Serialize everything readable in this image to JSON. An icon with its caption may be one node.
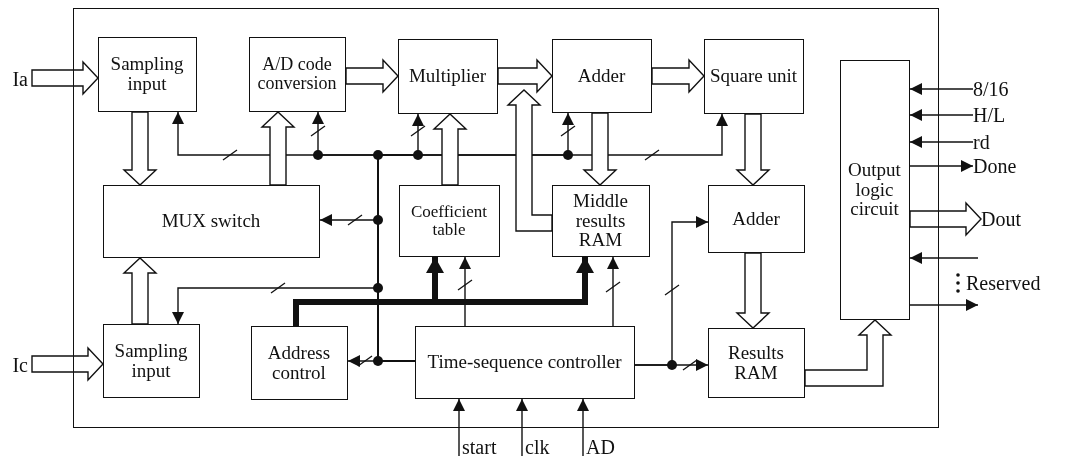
{
  "diagram": {
    "nodes": [
      {
        "text": [
          "Ia"
        ]
      },
      {
        "text": [],
        "shape": "box"
      },
      {
        "text": [
          "Sampling input"
        ],
        "in": 1
      },
      {
        "text": [
          "A/D code conversion"
        ],
        "in": 1
      },
      {
        "text": [
          "Multiplier"
        ],
        "in": 1
      },
      {
        "text": [
          "Adder"
        ],
        "in": 1
      },
      {
        "text": [
          "Square unit"
        ],
        "in": 1
      },
      {
        "text": [
          "Output logic circuit"
        ],
        "in": 1
      },
      {
        "text": [
          "MUX switch"
        ],
        "in": 1
      },
      {
        "text": [
          "Coefficient table"
        ],
        "in": 1
      },
      {
        "text": [
          "Middle results RAM"
        ],
        "in": 1
      },
      {
        "text": [
          "Adder"
        ],
        "in": 1
      },
      {
        "text": [
          "Sampling input"
        ],
        "in": 1
      },
      {
        "text": [
          "Address control"
        ],
        "in": 1
      },
      {
        "text": [
          "Time-sequence controller"
        ],
        "in": 1
      },
      {
        "text": [
          "Results RAM"
        ],
        "in": 1
      },
      {
        "text": [
          "8/16"
        ]
      },
      {
        "text": [
          "H/L"
        ]
      },
      {
        "text": [
          "rd"
        ]
      },
      {
        "text": [
          "Done"
        ]
      },
      {
        "text": [
          "Dout"
        ]
      },
      {
        "text": [
          "Ic"
        ]
      },
      {
        "text": [
          "start"
        ]
      },
      {
        "text": [
          "clk"
        ]
      },
      {
        "text": [
          "AD"
        ]
      },
      {
        "text": [
          "Reserved"
        ]
      }
    ],
    "edges": [
      {
        "from": 0,
        "to": 2,
        "arrow": "to",
        "style": "thick"
      },
      {
        "from": 2,
        "to": 8,
        "arrow": "to",
        "style": "thick"
      },
      {
        "from": 8,
        "to": 3,
        "arrow": "to",
        "style": "thick"
      },
      {
        "from": 3,
        "to": 4,
        "arrow": "to",
        "style": "thick"
      },
      {
        "from": 4,
        "to": 5,
        "arrow": "to",
        "style": "thick"
      },
      {
        "from": 5,
        "to": 6,
        "arrow": "to",
        "style": "thick"
      },
      {
        "from": 5,
        "to": 10,
        "arrow": "to",
        "style": "thick"
      },
      {
        "from": 10,
        "to": 5,
        "arrow": "to",
        "style": "thick"
      },
      {
        "from": 9,
        "to": 4,
        "arrow": "to",
        "style": "thick"
      },
      {
        "from": 6,
        "to": 11,
        "arrow": "to",
        "style": "thick"
      },
      {
        "from": 11,
        "to": 15,
        "arrow": "to",
        "style": "thick"
      },
      {
        "from": 15,
        "to": 7,
        "arrow": "to",
        "style": "thick"
      },
      {
        "from": 7,
        "to": 20,
        "arrow": "to",
        "style": "thick"
      },
      {
        "from": 21,
        "to": 12,
        "arrow": "to",
        "style": "thick"
      },
      {
        "from": 12,
        "to": 8,
        "arrow": "to",
        "style": "thick"
      },
      {
        "from": 16,
        "to": 7,
        "arrow": "to"
      },
      {
        "from": 17,
        "to": 7,
        "arrow": "to"
      },
      {
        "from": 18,
        "to": 7,
        "arrow": "to"
      },
      {
        "from": 7,
        "to": 19,
        "arrow": "to"
      },
      {
        "from": 25,
        "to": 7,
        "arrow": "to"
      },
      {
        "from": 7,
        "to": 25,
        "arrow": "to"
      },
      {
        "from": 22,
        "to": 14,
        "arrow": "to"
      },
      {
        "from": 23,
        "to": 14,
        "arrow": "to"
      },
      {
        "from": 24,
        "to": 14,
        "arrow": "to"
      },
      {
        "from": 14,
        "to": 13,
        "arrow": "to"
      },
      {
        "from": 14,
        "to": 2,
        "arrow": "to"
      },
      {
        "from": 14,
        "to": 3,
        "arrow": "to"
      },
      {
        "from": 14,
        "to": 4,
        "arrow": "to"
      },
      {
        "from": 14,
        "to": 5,
        "arrow": "to"
      },
      {
        "from": 14,
        "to": 6,
        "arrow": "to"
      },
      {
        "from": 14,
        "to": 8,
        "arrow": "to"
      },
      {
        "from": 14,
        "to": 12,
        "arrow": "to"
      },
      {
        "from": 14,
        "to": 9,
        "arrow": "to"
      },
      {
        "from": 14,
        "to": 10,
        "arrow": "to"
      },
      {
        "from": 14,
        "to": 15,
        "arrow": "to"
      },
      {
        "from": 14,
        "to": 11,
        "arrow": "to"
      },
      {
        "from": 13,
        "to": 9,
        "arrow": "to",
        "style": "thick"
      },
      {
        "from": 13,
        "to": 10,
        "arrow": "to",
        "style": "thick"
      }
    ]
  }
}
